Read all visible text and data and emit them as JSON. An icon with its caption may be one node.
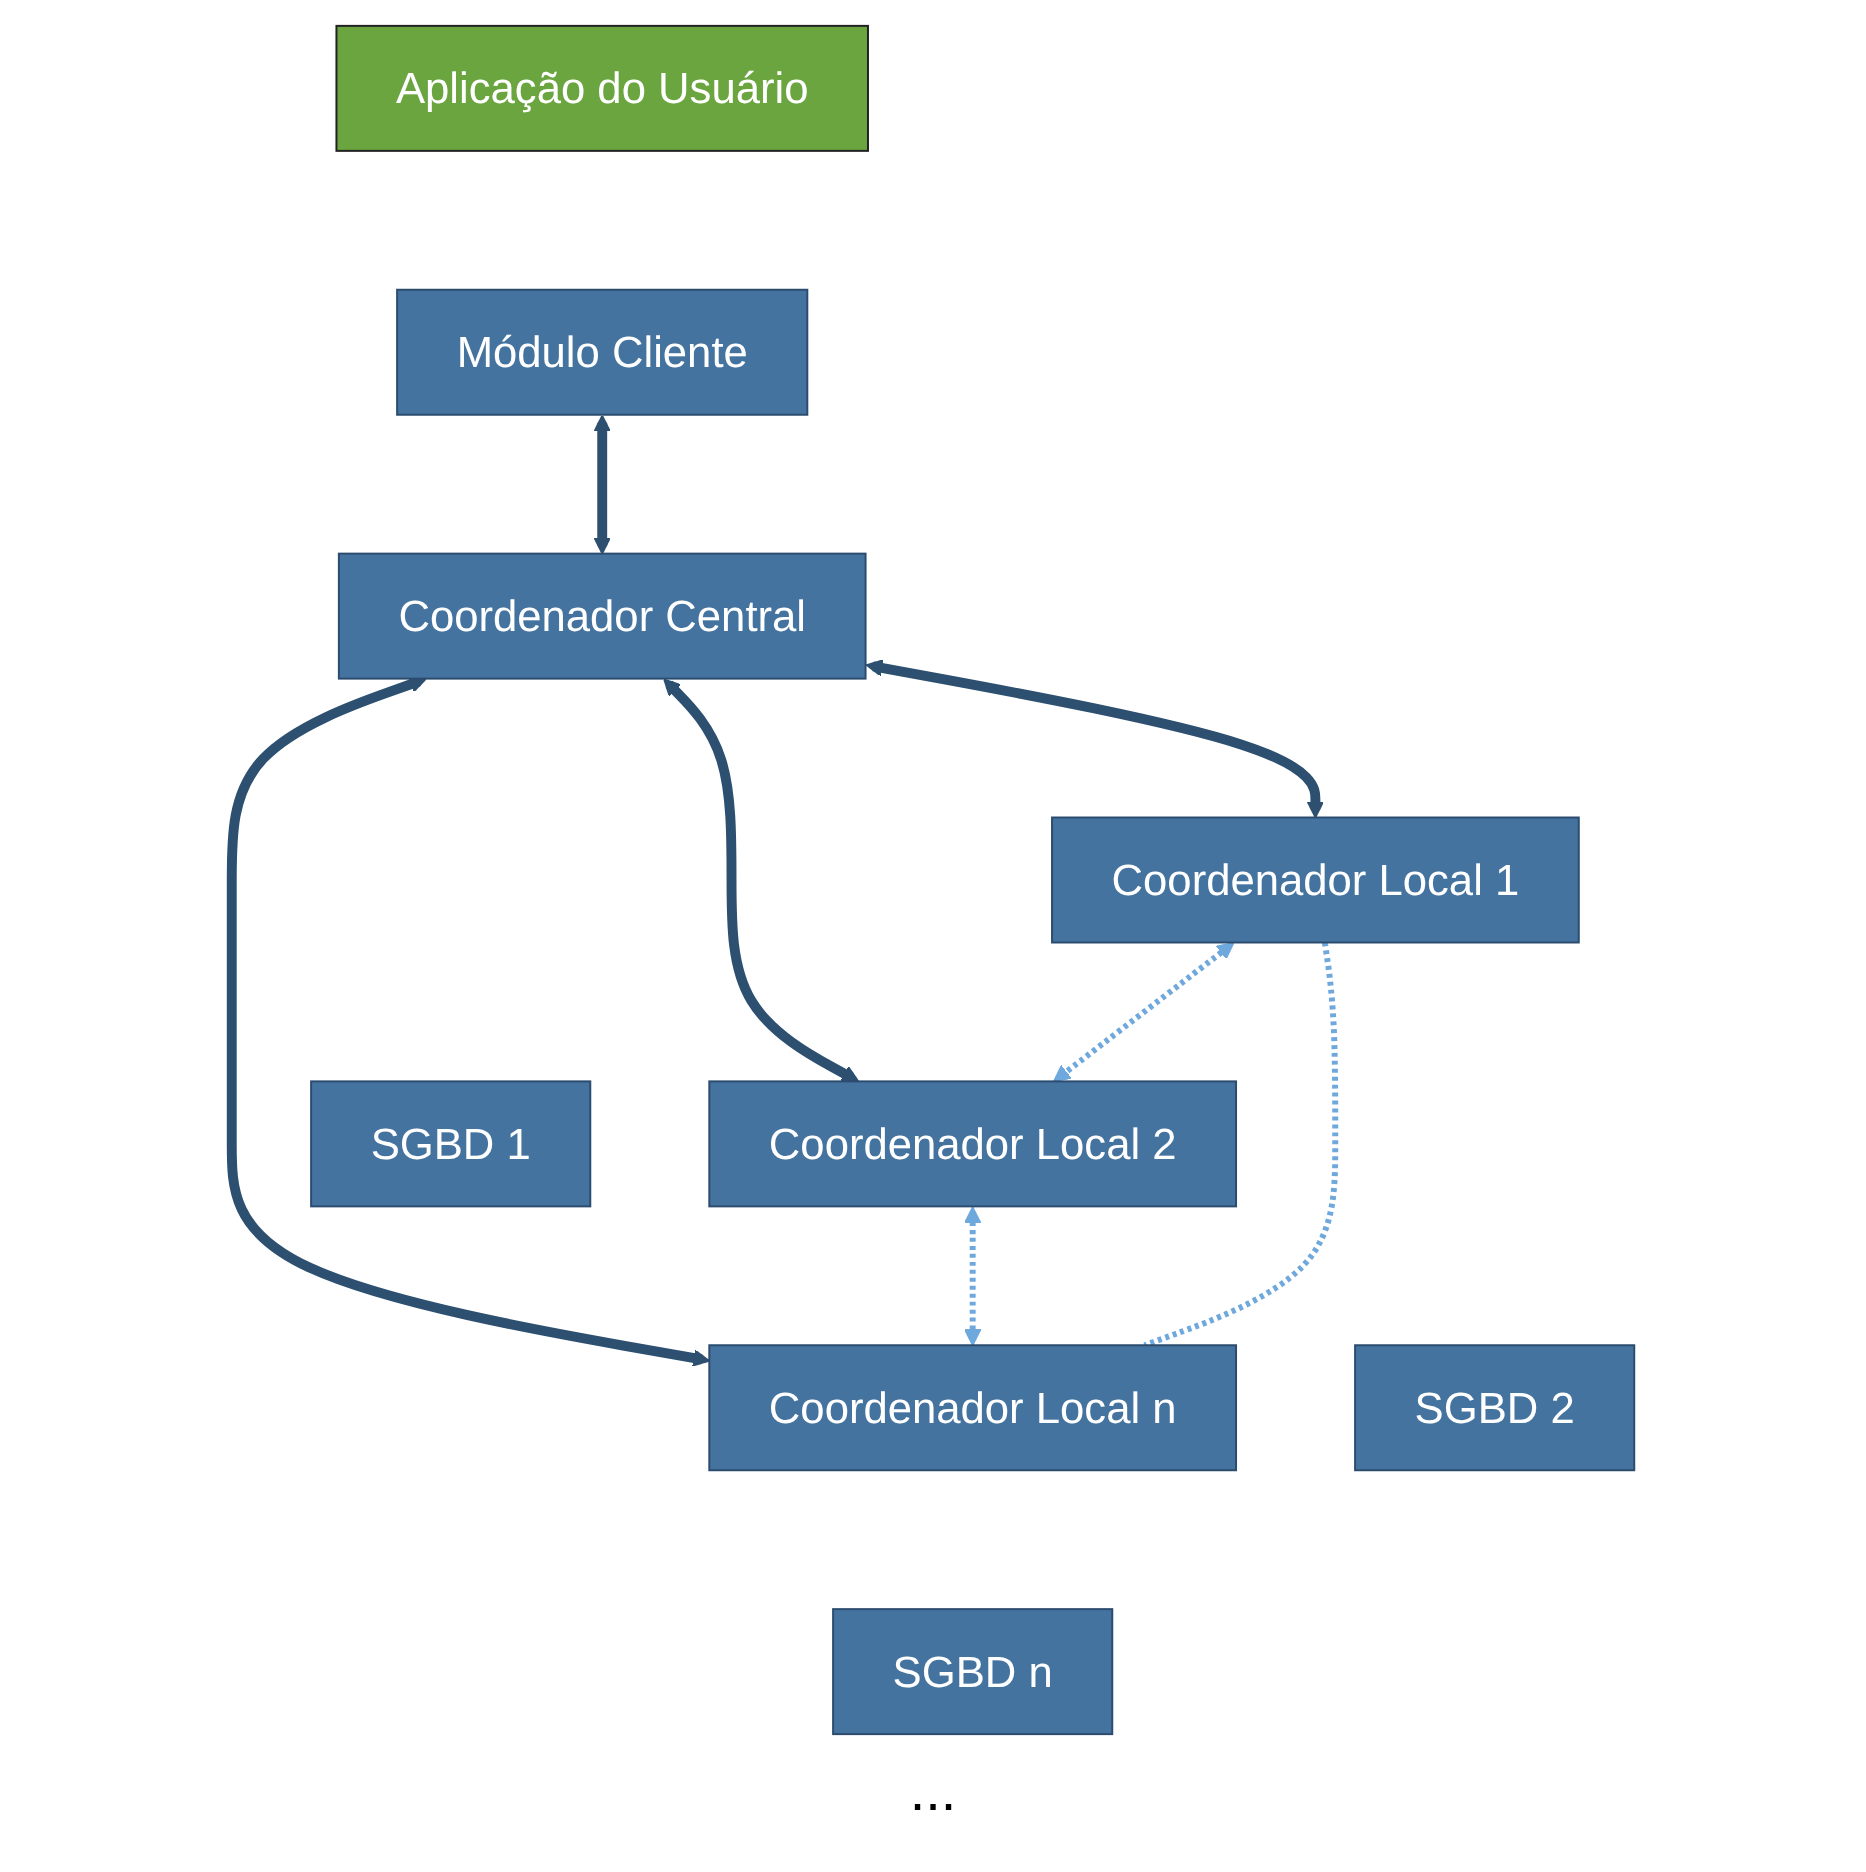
{
  "diagram": {
    "nodes": [
      {
        "text": [
          "Aplicação do Usuário"
        ]
      },
      {
        "text": [
          "Módulo Cliente"
        ]
      },
      {
        "text": [
          "Coordenador Central"
        ]
      },
      {
        "text": [
          "Coordenador Local 1"
        ]
      },
      {
        "text": [
          "Coordenador Local 2"
        ]
      },
      {
        "text": [
          "Coordenador Local n"
        ]
      },
      {
        "text": [
          "SGBD 1"
        ]
      },
      {
        "text": [
          "SGBD 2"
        ]
      },
      {
        "text": [
          "SGBD n"
        ]
      }
    ],
    "edges": [
      {
        "from": 1,
        "to": 2,
        "arrow": "both"
      },
      {
        "from": 2,
        "to": 3,
        "arrow": "both"
      },
      {
        "from": 2,
        "to": 4,
        "arrow": "both"
      },
      {
        "from": 2,
        "to": 5,
        "arrow": "both"
      },
      {
        "from": 3,
        "to": 4,
        "arrow": "both",
        "style": "dashed",
        "color": "#6fa8dc"
      },
      {
        "from": 4,
        "to": 5,
        "arrow": "both",
        "style": "dashed",
        "color": "#6fa8dc"
      },
      {
        "from": 3,
        "to": 5,
        "arrow": "none",
        "style": "dashed",
        "color": "#6fa8dc"
      }
    ],
    "labels": [
      "..."
    ]
  }
}
